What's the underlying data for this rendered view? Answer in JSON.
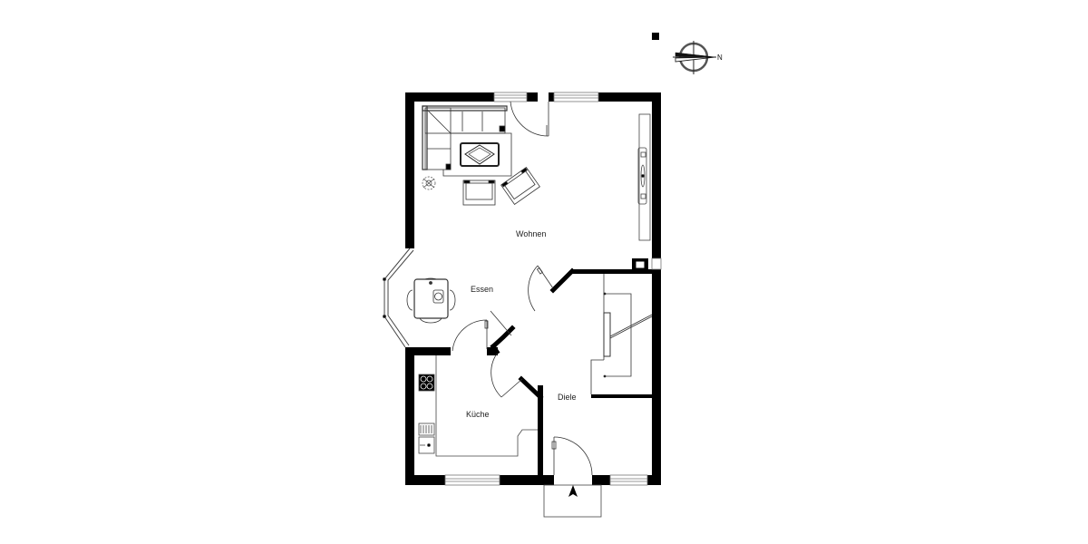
{
  "plan": {
    "type": "floor-plan",
    "rooms": [
      {
        "id": "wohnen",
        "label": "Wohnen"
      },
      {
        "id": "essen",
        "label": "Essen"
      },
      {
        "id": "kueche",
        "label": "Küche"
      },
      {
        "id": "diele",
        "label": "Diele"
      }
    ],
    "compass": {
      "label": "N",
      "direction": "east"
    },
    "entrance_marker": "arrow-up",
    "colors": {
      "wall": "#000000",
      "line": "#333333",
      "background": "#ffffff",
      "window": "#999999"
    }
  }
}
